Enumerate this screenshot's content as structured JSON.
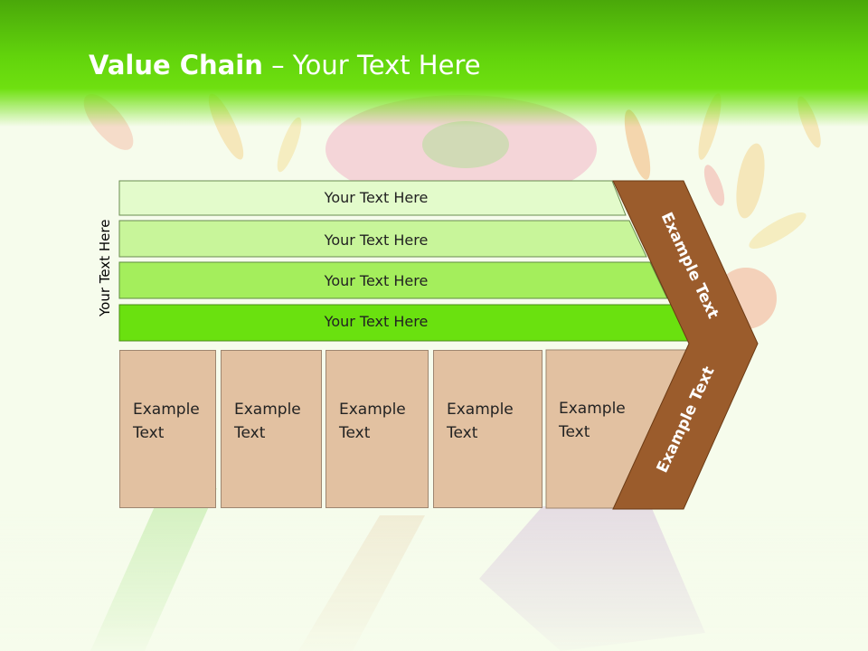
{
  "slide": {
    "title_bold": "Value Chain",
    "title_rest": " – Your Text Here",
    "vertical_label": "Your Text Here",
    "bars": [
      {
        "label": "Your Text Here",
        "color": "#e3fbcb"
      },
      {
        "label": "Your Text Here",
        "color": "#c8f59a"
      },
      {
        "label": "Your Text Here",
        "color": "#a4ee5c"
      },
      {
        "label": "Your Text Here",
        "color": "#6ae10f"
      }
    ],
    "boxes": [
      {
        "line1": "Example",
        "line2": "Text"
      },
      {
        "line1": "Example",
        "line2": "Text"
      },
      {
        "line1": "Example",
        "line2": "Text"
      },
      {
        "line1": "Example",
        "line2": "Text"
      },
      {
        "line1": "Example",
        "line2": "Text"
      }
    ],
    "chevron_upper": "Example Text",
    "chevron_lower": "Example Text",
    "colors": {
      "title_green": "#62d40c",
      "chevron_brown": "#9b5c2c",
      "box_tan": "#e2c1a1"
    }
  }
}
